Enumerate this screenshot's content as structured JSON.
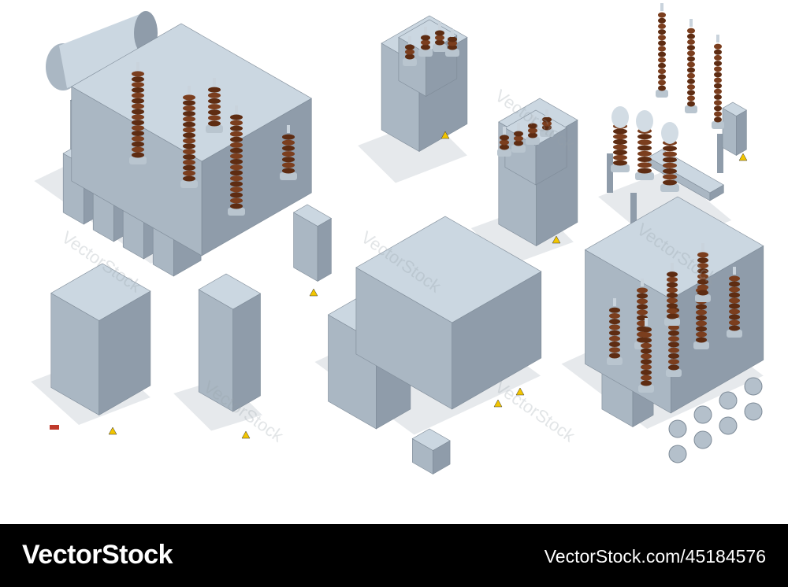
{
  "footer": {
    "logo_text": "VectorStock",
    "stock_id": "VectorStock.com/45184576"
  },
  "watermark": "VectorStock",
  "colors": {
    "metal_top": "#cbd7e1",
    "metal_left": "#aab7c3",
    "metal_right": "#8f9caa",
    "insulator": "#7b3e1e",
    "shadow": "#e6e9ec",
    "warning": "#f2c500",
    "footer_bg": "#000000"
  },
  "illustration": {
    "items": [
      "power-transformer-large",
      "pole-transformer-1",
      "pole-transformer-2",
      "circuit-breaker-switchgear",
      "electrical-cabinet",
      "tall-control-cabinet",
      "compact-substation",
      "three-phase-transformer"
    ]
  }
}
